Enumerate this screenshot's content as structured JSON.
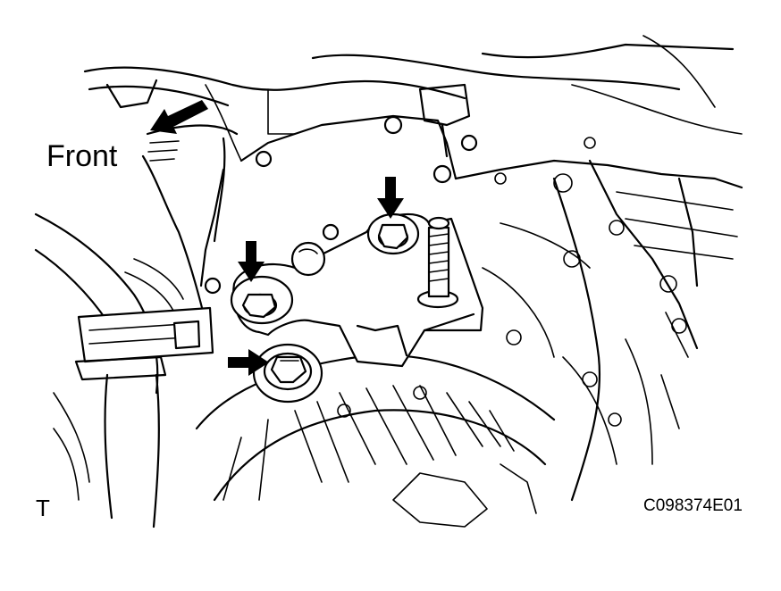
{
  "labels": {
    "direction": "Front",
    "view_marker": "T",
    "figure_code": "C098374E01"
  },
  "callouts": [
    {
      "name": "bolt-arrow-upper-right",
      "target": "upper-right mount bolt"
    },
    {
      "name": "bolt-arrow-upper-left",
      "target": "upper-left mount bolt"
    },
    {
      "name": "bolt-arrow-lower",
      "target": "lower mount bolt"
    }
  ],
  "colors": {
    "ink": "#000000",
    "paper": "#ffffff"
  }
}
